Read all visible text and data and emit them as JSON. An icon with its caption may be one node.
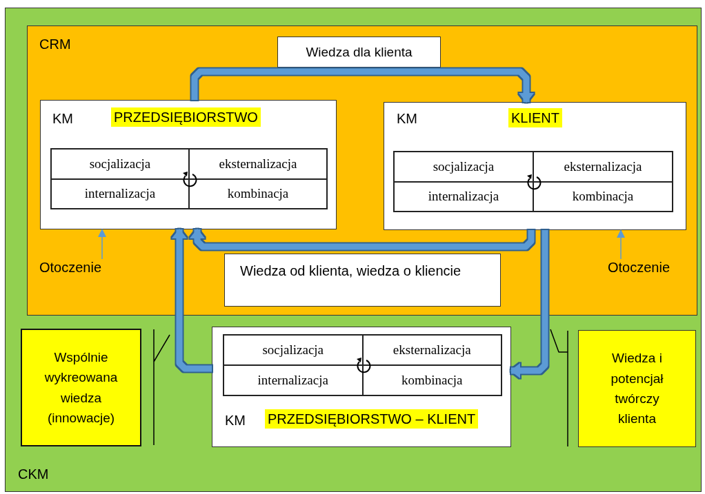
{
  "diagram": {
    "nodes": [
      {
        "text": [
          "CKM"
        ]
      },
      {
        "text": [
          "CRM"
        ],
        "in": 0
      },
      {
        "text": [
          "Wiedza dla klienta"
        ],
        "in": 1
      },
      {
        "text": [
          "KM",
          "PRZEDSIĘBIORSTWO"
        ],
        "in": 1
      },
      {
        "text": [
          "socjalizacja",
          "eksternalizacja",
          "internalizacja",
          "kombinacja"
        ],
        "in": 3
      },
      {
        "text": [
          "KM",
          "KLIENT"
        ],
        "in": 1
      },
      {
        "text": [
          "socjalizacja",
          "eksternalizacja",
          "internalizacja",
          "kombinacja"
        ],
        "in": 5
      },
      {
        "text": [
          "Otoczenie"
        ],
        "in": 1
      },
      {
        "text": [
          "Wiedza od klienta, wiedza o kliencie"
        ],
        "in": 1
      },
      {
        "text": [
          "Otoczenie"
        ],
        "in": 1
      },
      {
        "text": [
          "Wspólnie wykreowana wiedza (innowacje)"
        ],
        "in": 0
      },
      {
        "text": [
          "KM",
          "PRZEDSIĘBIORSTWO – KLIENT"
        ],
        "in": 0
      },
      {
        "text": [
          "socjalizacja",
          "eksternalizacja",
          "internalizacja",
          "kombinacja"
        ],
        "in": 11
      },
      {
        "text": [
          "Wiedza i potencjał twórczy klienta"
        ],
        "in": 0
      }
    ],
    "edges": [
      {
        "from": 3,
        "to": 5,
        "arrow": "to",
        "style": "thick"
      },
      {
        "from": 5,
        "to": 3,
        "arrow": "to",
        "style": "thick"
      },
      {
        "from": 5,
        "to": 11,
        "arrow": "to",
        "style": "thick"
      },
      {
        "from": 11,
        "to": 3,
        "arrow": "to",
        "style": "thick"
      },
      {
        "from": 7,
        "to": 3,
        "arrow": "to"
      },
      {
        "from": 9,
        "to": 5,
        "arrow": "to"
      },
      {
        "from": 10,
        "to": null,
        "arrow": "none",
        "color": "#000000"
      },
      {
        "from": 13,
        "to": null,
        "arrow": "none",
        "color": "#000000"
      }
    ]
  }
}
